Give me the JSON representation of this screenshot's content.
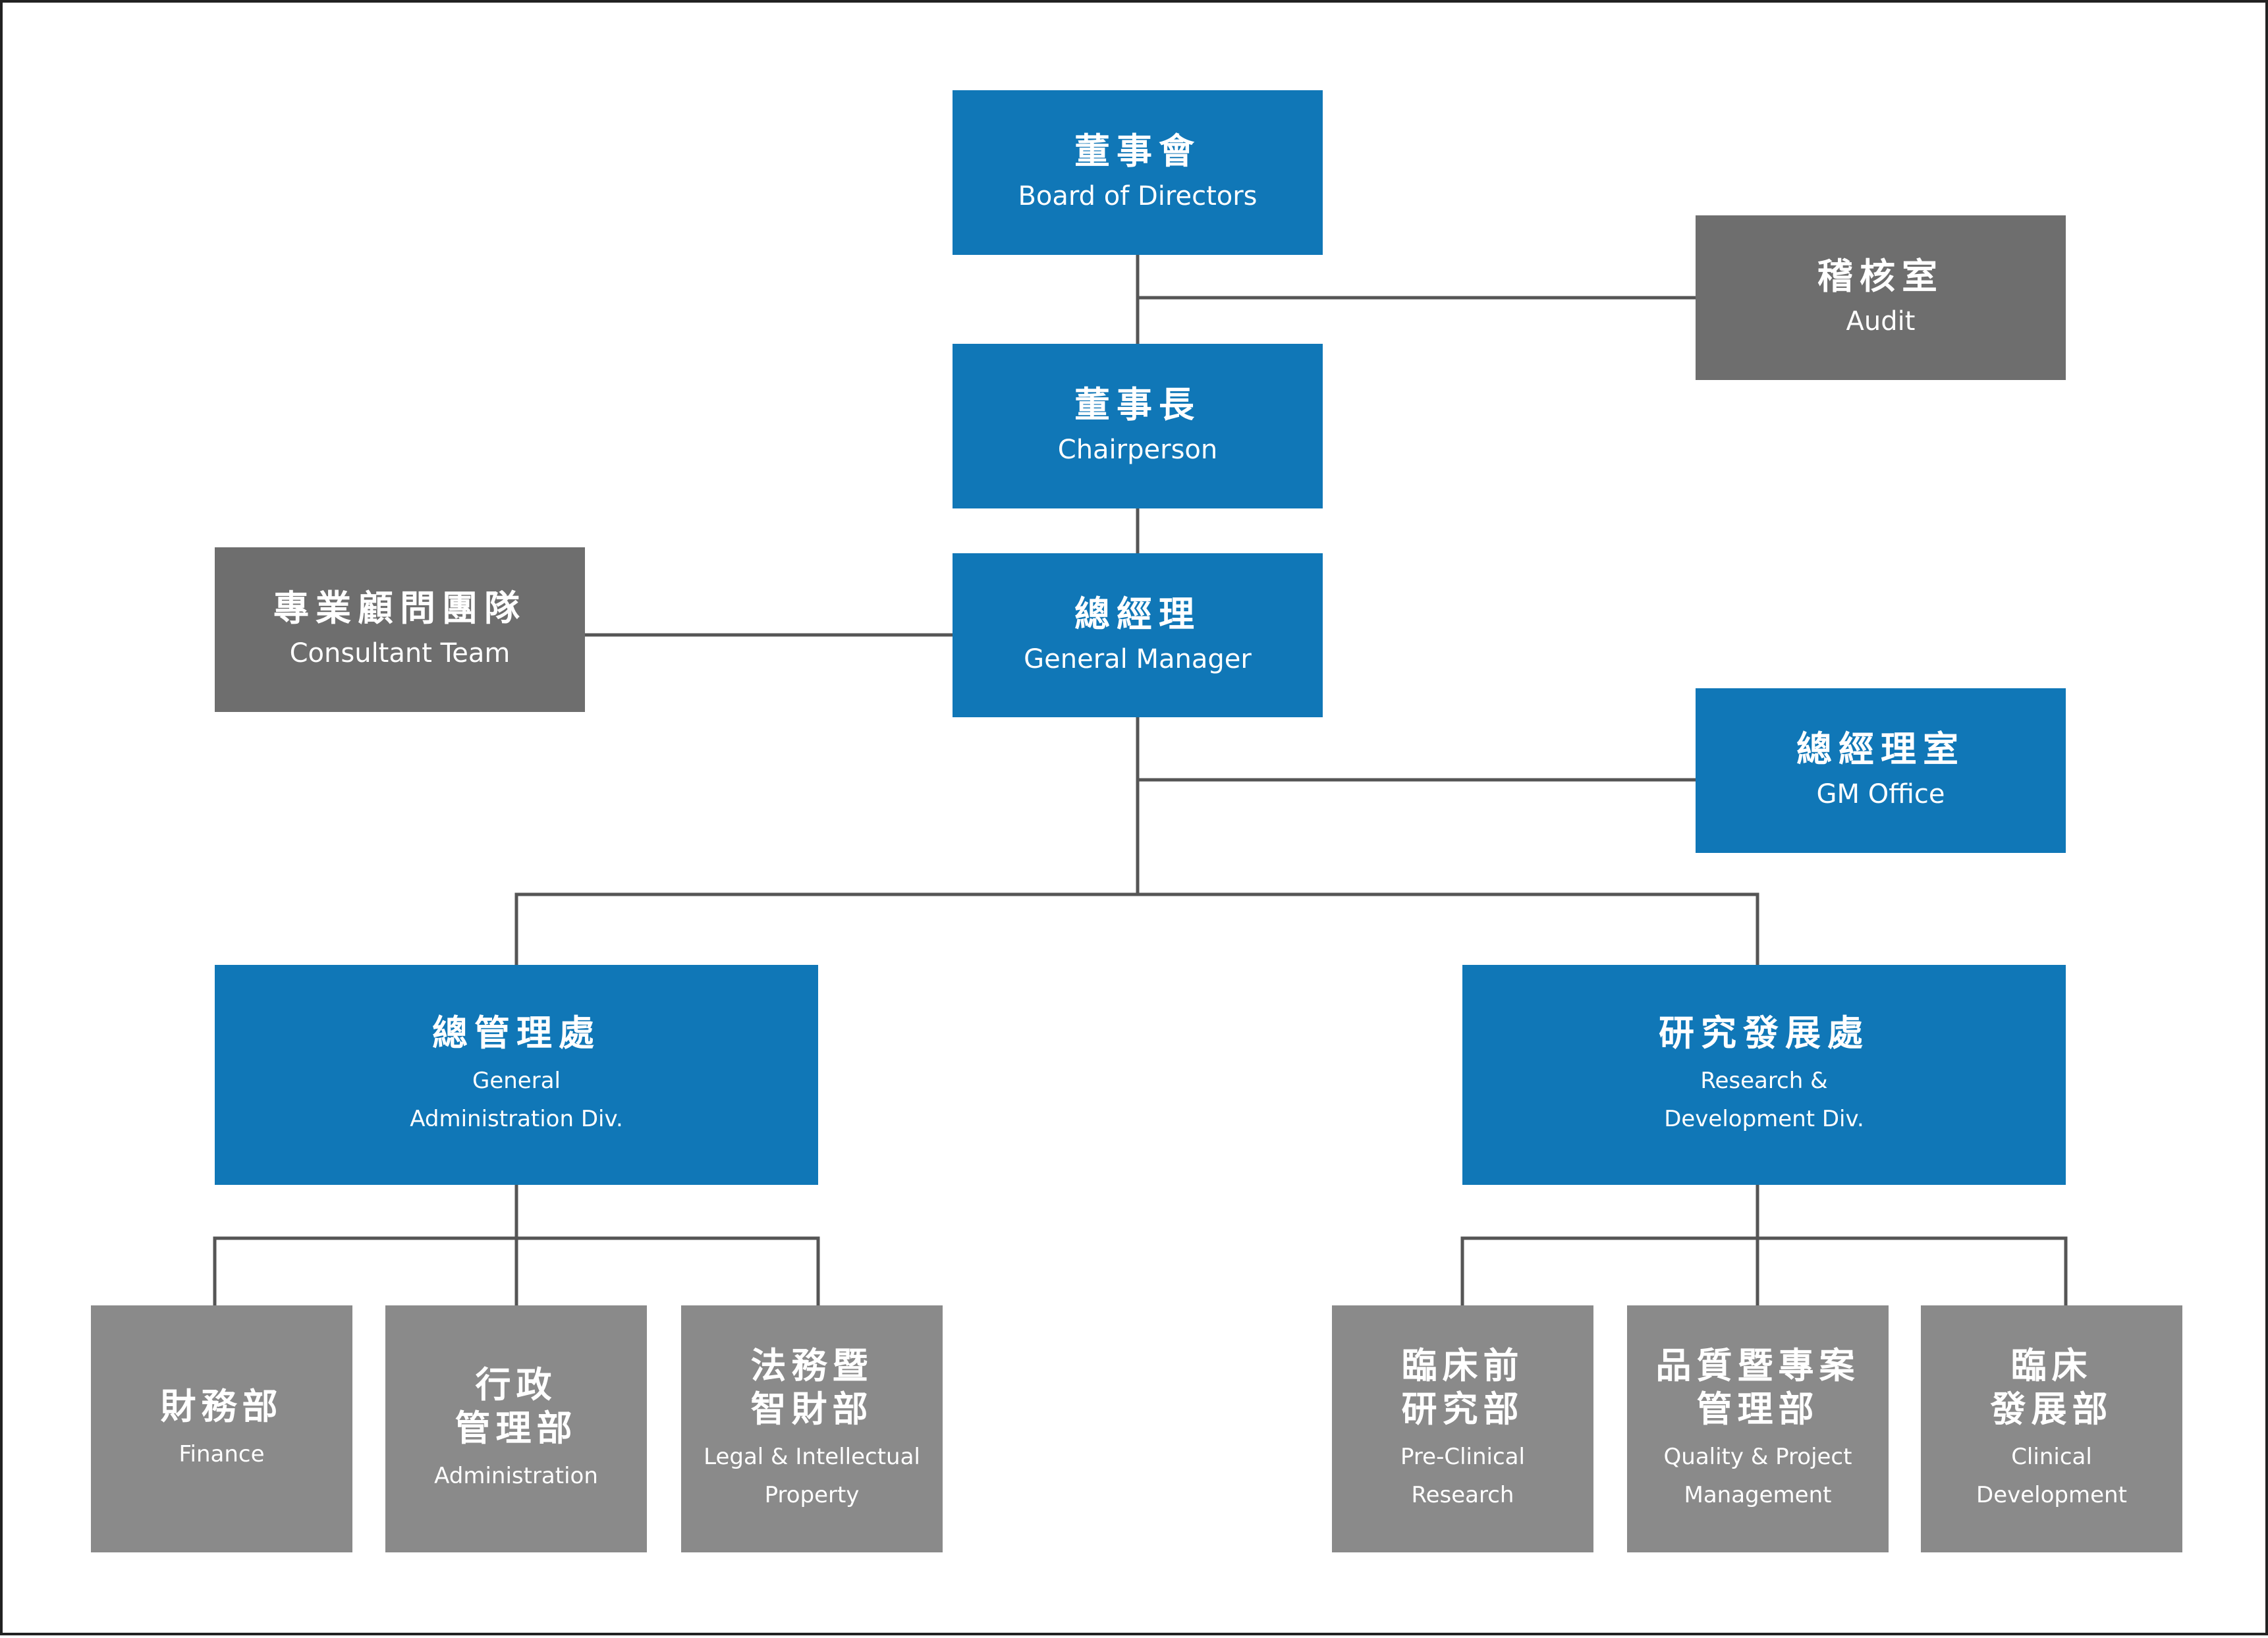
{
  "colors": {
    "primary_blue": "#1077b7",
    "staff_gray": "#6e6e6e",
    "department_gray": "#8a8a8a",
    "connector": "#555555"
  },
  "nodes": {
    "board": {
      "zh": "董事會",
      "en": "Board of Directors"
    },
    "audit": {
      "zh": "稽核室",
      "en": "Audit"
    },
    "chairperson": {
      "zh": "董事長",
      "en": "Chairperson"
    },
    "consultant": {
      "zh": "專業顧問團隊",
      "en": "Consultant Team"
    },
    "gm": {
      "zh": "總經理",
      "en": "General Manager"
    },
    "gm_office": {
      "zh": "總經理室",
      "en": "GM Office"
    },
    "general_admin_div": {
      "zh": "總管理處",
      "en": "General\nAdministration Div."
    },
    "rd_div": {
      "zh": "研究發展處",
      "en": "Research &\nDevelopment Div."
    },
    "finance": {
      "zh": "財務部",
      "en": "Finance"
    },
    "administration": {
      "zh": "行政\n管理部",
      "en": "Administration"
    },
    "legal_ip": {
      "zh": "法務暨\n智財部",
      "en": "Legal & Intellectual\nProperty"
    },
    "preclinical": {
      "zh": "臨床前\n研究部",
      "en": "Pre-Clinical\nResearch"
    },
    "qa_pm": {
      "zh": "品質暨專案\n管理部",
      "en": "Quality & Project\nManagement"
    },
    "clinical_dev": {
      "zh": "臨床\n發展部",
      "en": "Clinical\nDevelopment"
    }
  }
}
